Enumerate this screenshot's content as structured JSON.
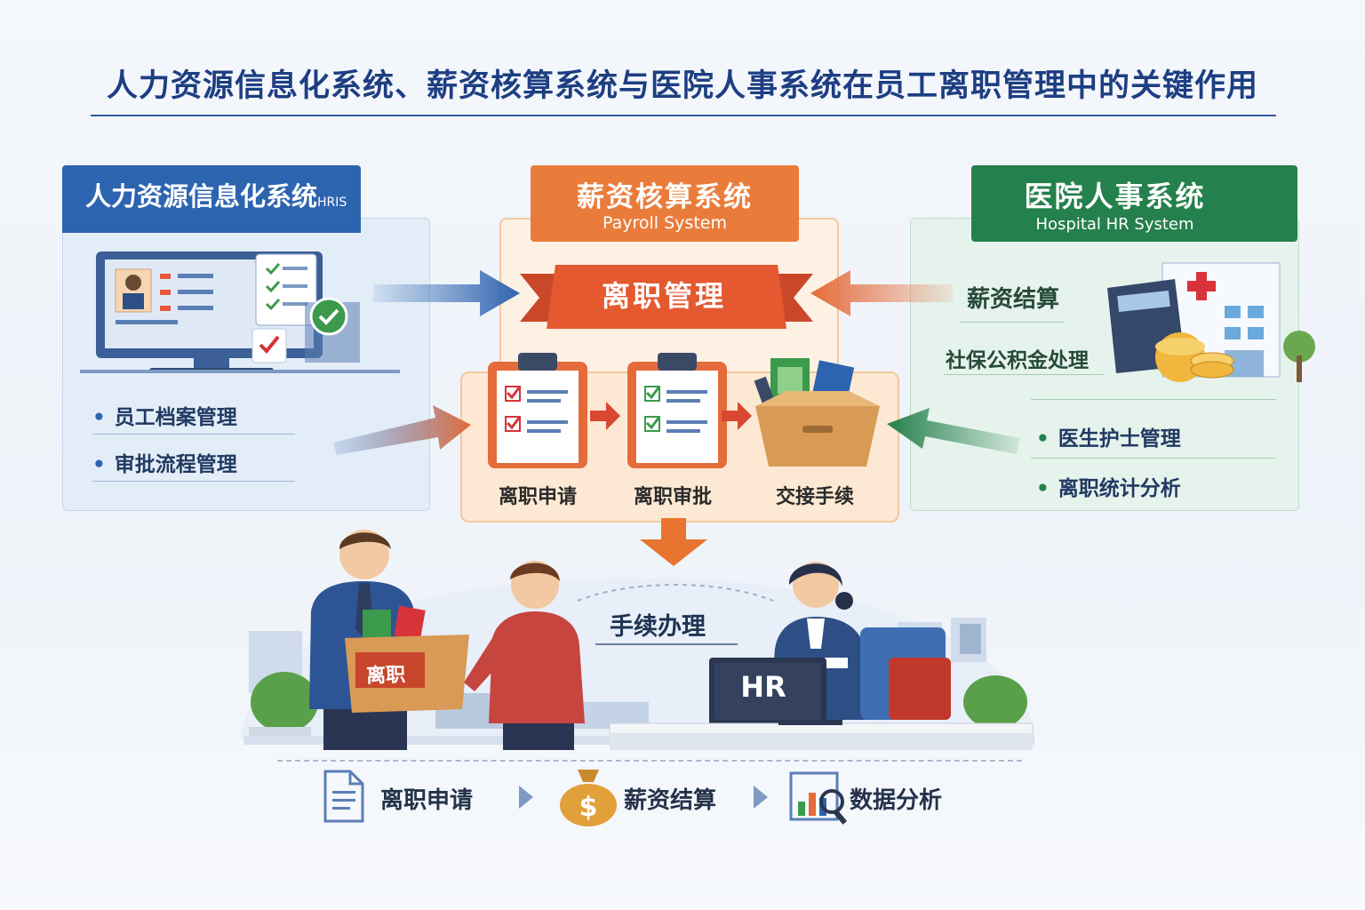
{
  "title": "人力资源信息化系统、薪资核算系统与医院人事系统在员工离职管理中的关键作用",
  "hris": {
    "title": "人力资源信息化系统",
    "subtitle": "HRIS",
    "items": [
      "员工档案管理",
      "审批流程管理"
    ]
  },
  "payroll": {
    "title": "薪资核算系统",
    "subtitle": "Payroll System",
    "ribbon": "离职管理",
    "steps": [
      "离职申请",
      "离职审批",
      "交接手续"
    ]
  },
  "hospital": {
    "title": "医院人事系统",
    "subtitle": "Hospital HR System",
    "functions": [
      "薪资结算",
      "社保公积金处理"
    ],
    "items": [
      "医生护士管理",
      "离职统计分析"
    ]
  },
  "scene": {
    "label": "手续办理",
    "box_label": "离职",
    "monitor_label": "HR"
  },
  "footer": {
    "steps": [
      "离职申请",
      "薪资结算",
      "数据分析"
    ]
  },
  "colors": {
    "hris_blue": "#2d64b0",
    "payroll_orange": "#ea7c3b",
    "hospital_green": "#24804c",
    "title_navy": "#1d3e82"
  }
}
